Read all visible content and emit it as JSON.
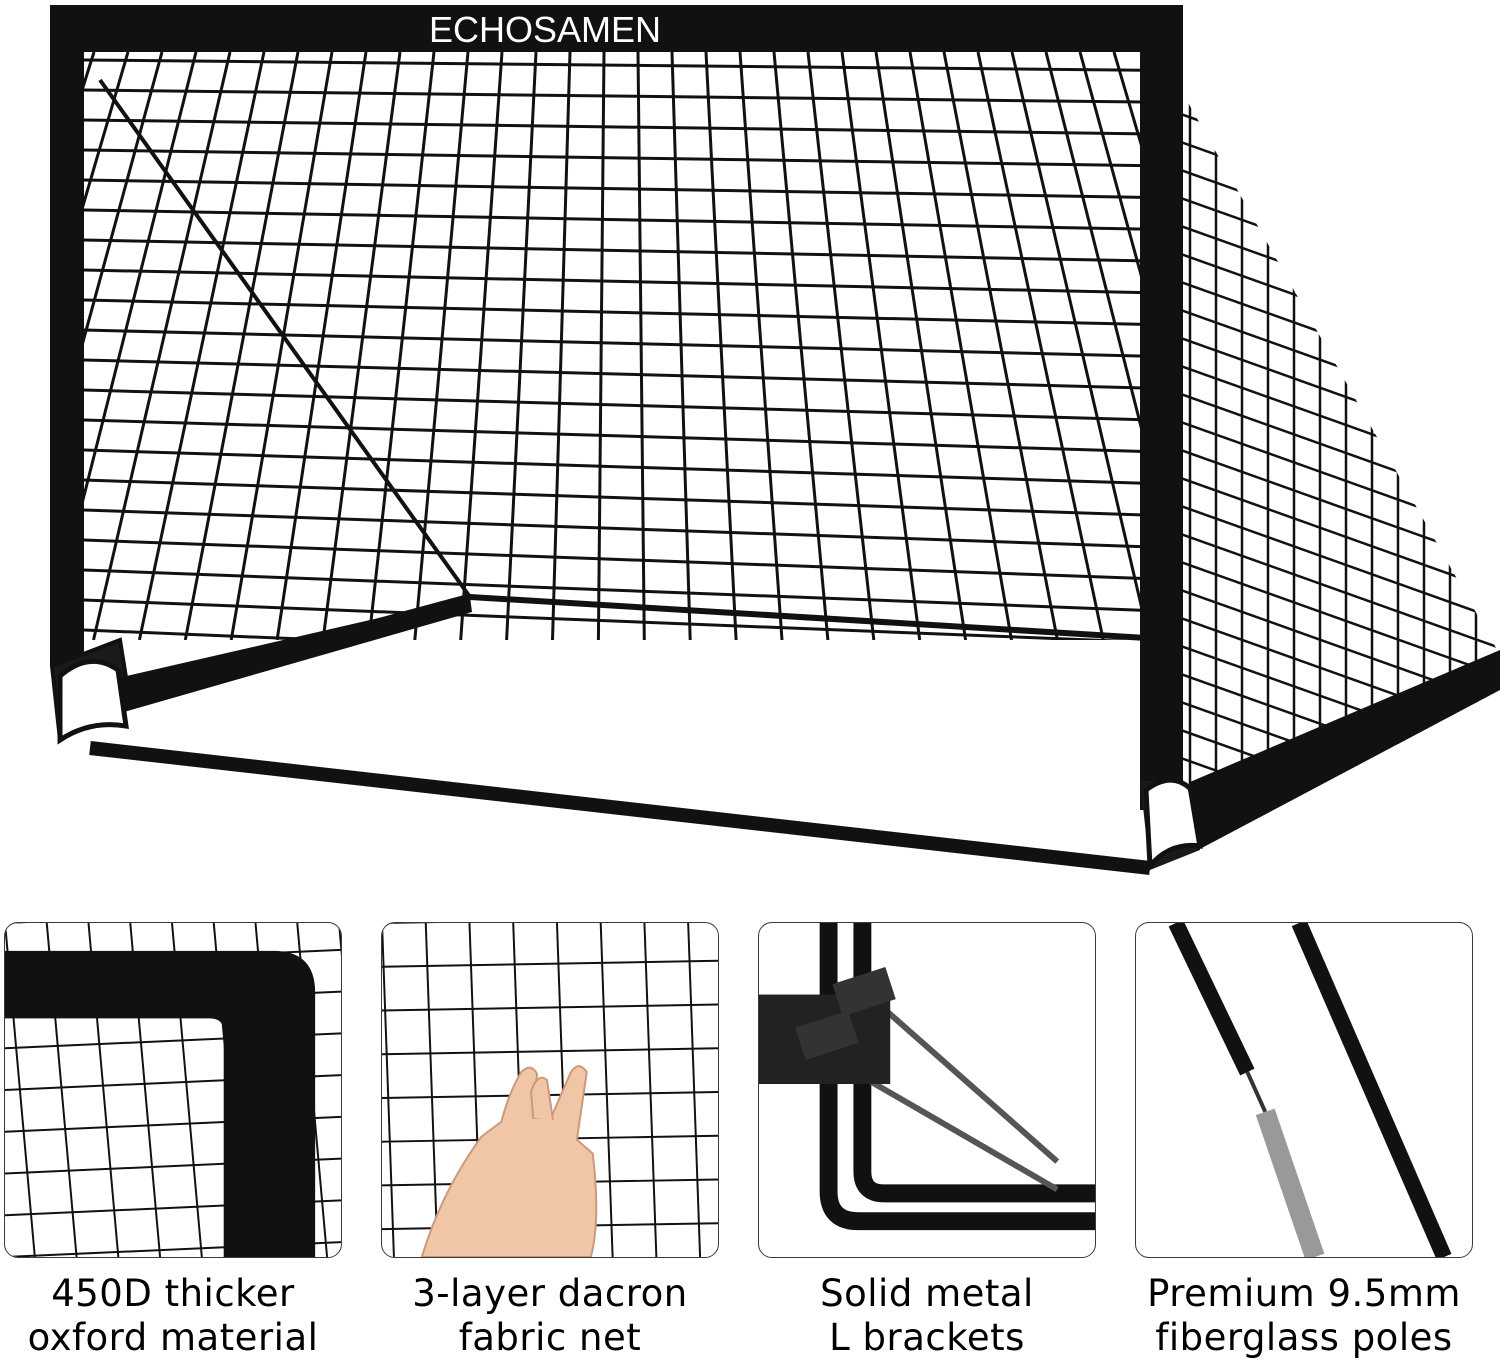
{
  "brand": {
    "label": "ECHOSAMEN"
  },
  "colors": {
    "frame": "#111111",
    "net": "#111111",
    "background": "#ffffff",
    "skin": "#f1c6a6",
    "metal": "#c9c9c9"
  },
  "features": [
    {
      "line1": "450D thicker",
      "line2": "oxford material",
      "icon": "oxford-fabric-corner"
    },
    {
      "line1": "3-layer dacron",
      "line2": "fabric net",
      "icon": "net-with-hand"
    },
    {
      "line1": "Solid metal",
      "line2": "L brackets",
      "icon": "l-bracket"
    },
    {
      "line1": "Premium 9.5mm",
      "line2": "fiberglass poles",
      "icon": "fiberglass-pole"
    }
  ]
}
